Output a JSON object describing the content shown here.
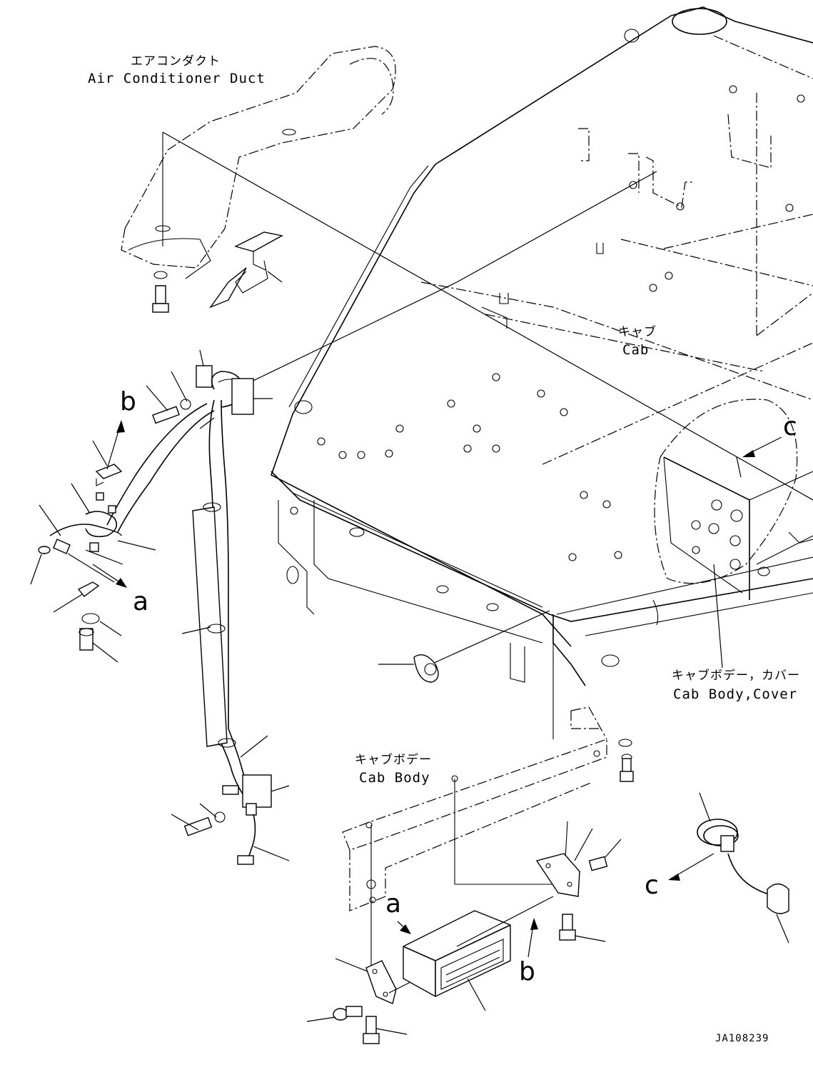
{
  "labels": {
    "air_duct_jp": "エアコンダクト",
    "air_duct_en": "Air Conditioner Duct",
    "cab_jp": "キャブ",
    "cab_en": "Cab",
    "cab_body_cover_jp": "キャブボデー，カバー",
    "cab_body_cover_en": "Cab Body,Cover",
    "cab_body_jp": "キャブボデー",
    "cab_body_en": "Cab Body"
  },
  "callouts": {
    "a_upper": "a",
    "a_lower": "a",
    "b_upper": "b",
    "b_lower": "b",
    "c_upper": "c",
    "c_lower": "c"
  },
  "drawing_code": "JA108239"
}
